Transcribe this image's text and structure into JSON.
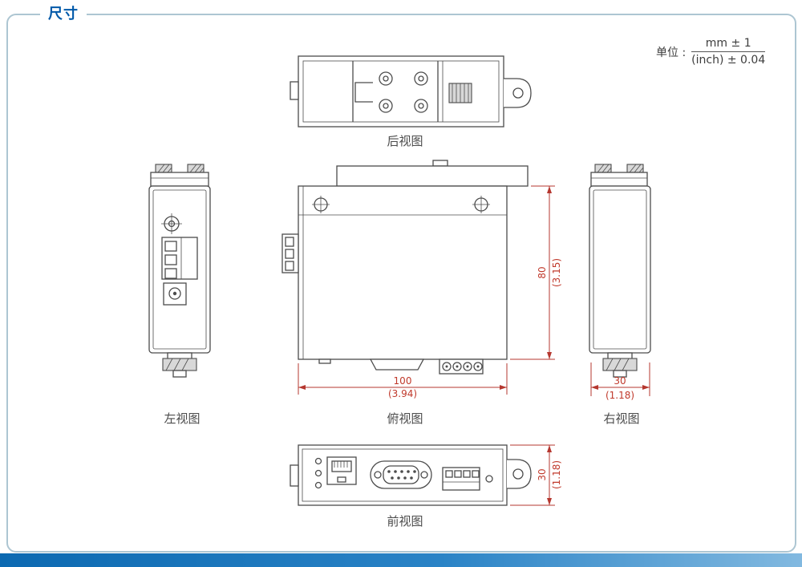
{
  "page": {
    "section_title": "尺寸",
    "unit": {
      "label": "单位 :",
      "metric": "mm ± 1",
      "imperial": "(inch) ± 0.04"
    }
  },
  "views": {
    "rear": {
      "label": "后视图"
    },
    "left": {
      "label": "左视图"
    },
    "top": {
      "label": "俯视图",
      "height_mm": "80",
      "height_inch": "(3.15)",
      "width_mm": "100",
      "width_inch": "(3.94)"
    },
    "right": {
      "label": "右视图",
      "width_mm": "30",
      "width_inch": "(1.18)"
    },
    "front": {
      "label": "前视图",
      "height_mm": "30",
      "height_inch": "(1.18)"
    }
  },
  "colors": {
    "title_blue": "#0059a9",
    "frame_border": "#adc6d2",
    "drawing_line": "#4c4c4c",
    "dimension_red": "#b5372f",
    "footer_gradient_start": "#0c69b1",
    "footer_gradient_end": "#82b9e0"
  }
}
